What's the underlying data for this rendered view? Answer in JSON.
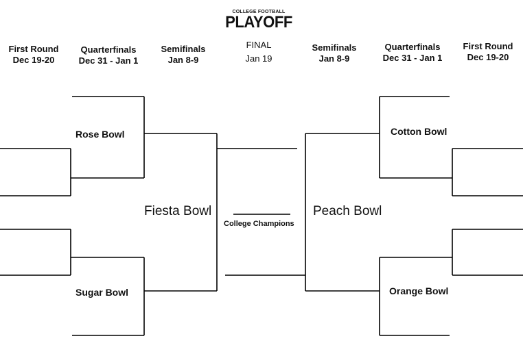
{
  "logo": {
    "top_line": "COLLEGE FOOTBALL",
    "main": "PLAYOFF"
  },
  "rounds_left": [
    {
      "name": "First Round",
      "dates": "Dec 19-20"
    },
    {
      "name": "Quarterfinals",
      "dates": "Dec 31 - Jan 1"
    },
    {
      "name": "Semifinals",
      "dates": "Jan 8-9"
    }
  ],
  "final": {
    "name": "FINAL",
    "dates": "Jan 19"
  },
  "rounds_right": [
    {
      "name": "Semifinals",
      "dates": "Jan 8-9"
    },
    {
      "name": "Quarterfinals",
      "dates": "Dec 31 - Jan 1"
    },
    {
      "name": "First Round",
      "dates": "Dec 19-20"
    }
  ],
  "bowls": {
    "rose": "Rose Bowl",
    "sugar": "Sugar Bowl",
    "fiesta": "Fiesta Bowl",
    "peach": "Peach Bowl",
    "cotton": "Cotton Bowl",
    "orange": "Orange Bowl"
  },
  "champion_label": "College Champions"
}
